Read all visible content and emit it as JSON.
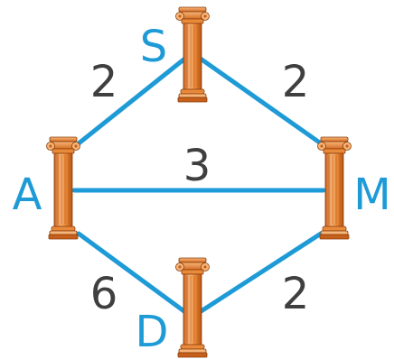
{
  "colors": {
    "edge": "#1e9bd7",
    "node_label": "#1e9bd7",
    "weight_label": "#3f3f3f",
    "column_main": "#e98a3a",
    "column_light": "#f7b679",
    "column_dark": "#c65f1b",
    "column_outline": "#8a3e0c"
  },
  "nodes": [
    {
      "id": "S",
      "label": "S",
      "icon": "column-icon"
    },
    {
      "id": "A",
      "label": "A",
      "icon": "column-icon"
    },
    {
      "id": "M",
      "label": "M",
      "icon": "column-icon"
    },
    {
      "id": "D",
      "label": "D",
      "icon": "column-icon"
    }
  ],
  "edges": [
    {
      "from": "S",
      "to": "A",
      "weight": "2"
    },
    {
      "from": "S",
      "to": "M",
      "weight": "2"
    },
    {
      "from": "A",
      "to": "M",
      "weight": "3"
    },
    {
      "from": "A",
      "to": "D",
      "weight": "6"
    },
    {
      "from": "D",
      "to": "M",
      "weight": "2"
    }
  ]
}
